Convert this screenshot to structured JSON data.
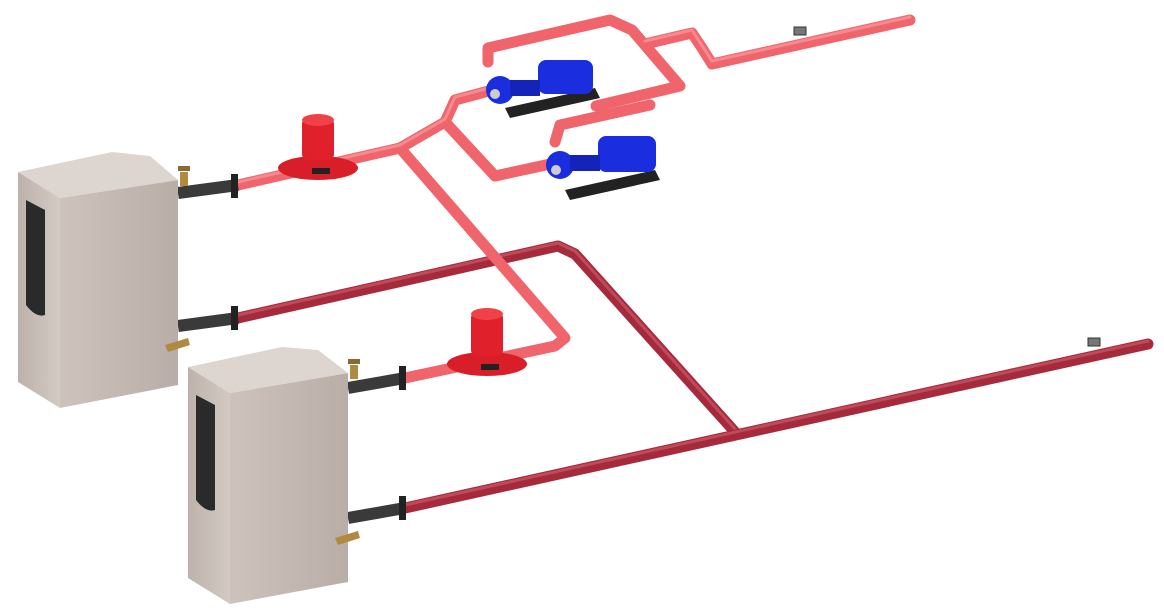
{
  "colors": {
    "background": "#ffffff",
    "supply_pipe": "#f0646c",
    "supply_pipe_highlight": "#f78a90",
    "return_pipe": "#a52a3c",
    "return_pipe_highlight": "#c04a5a",
    "connector_pipe": "#3a3a3a",
    "boiler_body": "#c9bfb8",
    "boiler_top": "#ddd5cf",
    "boiler_panel": "#2a2a2a",
    "inline_pump": "#e0202a",
    "centrifugal_pump": "#1a2ee0",
    "pump_base": "#222222",
    "valve": "#b08a40",
    "sensor": "#777777"
  },
  "components": {
    "boilers": [
      "boiler-1",
      "boiler-2"
    ],
    "inline_pumps": [
      "inline-pump-1",
      "inline-pump-2"
    ],
    "centrifugal_pumps": [
      "centrifugal-pump-1",
      "centrifugal-pump-2"
    ],
    "sensors": [
      "supply-sensor",
      "return-sensor"
    ]
  },
  "icons": [
    "boiler-icon",
    "pump-icon",
    "valve-icon",
    "sensor-icon"
  ]
}
